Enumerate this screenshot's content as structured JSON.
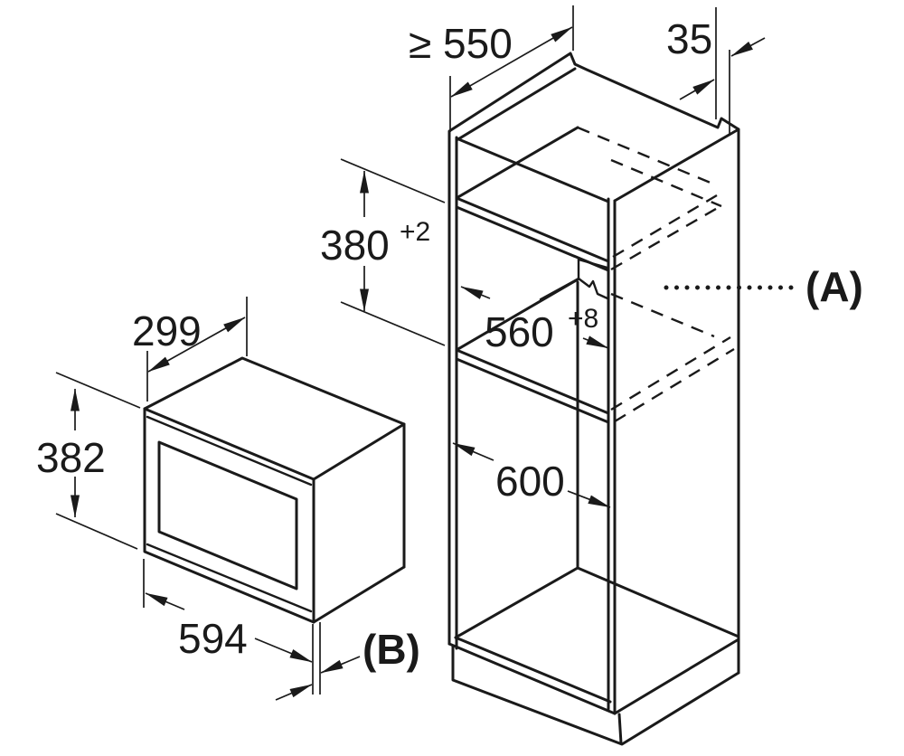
{
  "diagram": {
    "cabinet": {
      "label": {
        "text": "(A)"
      },
      "dims": {
        "top_depth": {
          "text": "≥ 550"
        },
        "rear_gap": {
          "text": "35"
        },
        "niche_height": {
          "base": "380",
          "tolerance": "+2"
        },
        "niche_width": {
          "base": "560",
          "tolerance": "+8"
        },
        "lower_depth": {
          "text": "600"
        }
      }
    },
    "appliance": {
      "label": {
        "text": "(B)"
      },
      "dims": {
        "depth": {
          "text": "299"
        },
        "height": {
          "text": "382"
        },
        "width": {
          "text": "594"
        }
      }
    },
    "colors": {
      "line": "#1a1a1a",
      "background": "#ffffff"
    }
  }
}
